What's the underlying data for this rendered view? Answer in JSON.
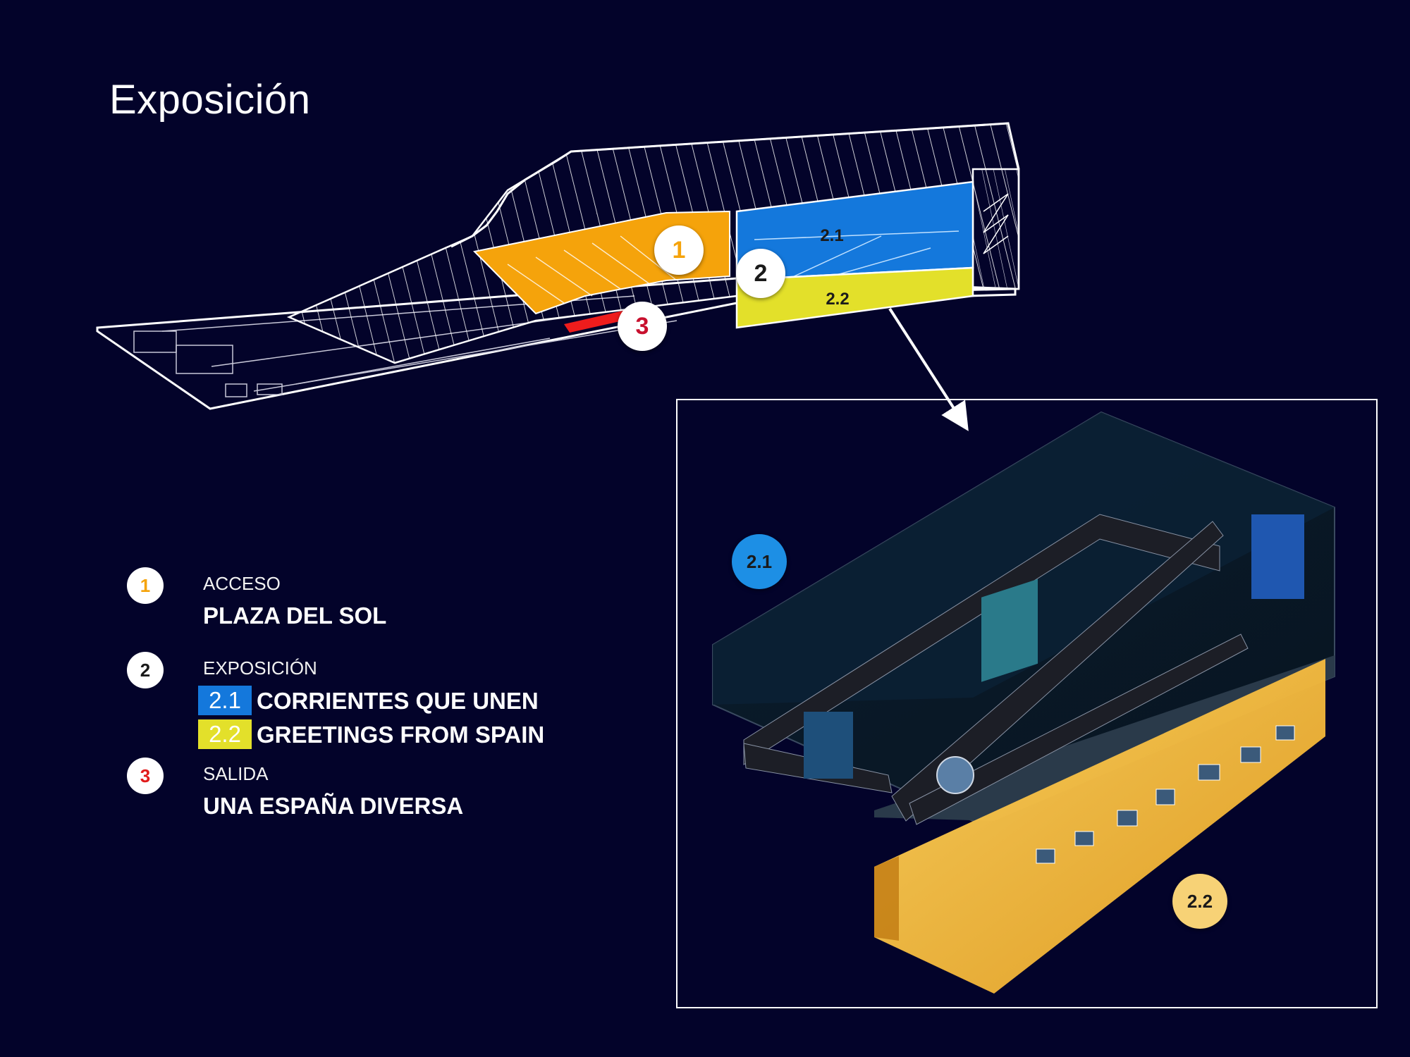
{
  "title": "Exposición",
  "colors": {
    "background": "#03032a",
    "acceso": "#f5a30b",
    "zone_2_1": "#1478dc",
    "zone_2_2": "#e3e02a",
    "salida": "#ee1c1c",
    "badge_2_2": "#f7d276"
  },
  "plan_markers": {
    "m1": "1",
    "m2": "2",
    "m3": "3",
    "zone_2_1": "2.1",
    "zone_2_2": "2.2"
  },
  "detail_markers": {
    "zone_2_1": "2.1",
    "zone_2_2": "2.2"
  },
  "legend": [
    {
      "number": "1",
      "category": "ACCESO",
      "name": "PLAZA DEL SOL",
      "number_color": "#f5a30b"
    },
    {
      "number": "2",
      "category": "EXPOSICIÓN",
      "number_color": "#1a1a1a",
      "sub": [
        {
          "code": "2.1",
          "name": "CORRIENTES QUE UNEN",
          "color": "#1478dc"
        },
        {
          "code": "2.2",
          "name": "GREETINGS FROM SPAIN",
          "color": "#e3e02a"
        }
      ]
    },
    {
      "number": "3",
      "category": "SALIDA",
      "name": "UNA ESPAÑA DIVERSA",
      "number_color": "#e11b1b"
    }
  ]
}
